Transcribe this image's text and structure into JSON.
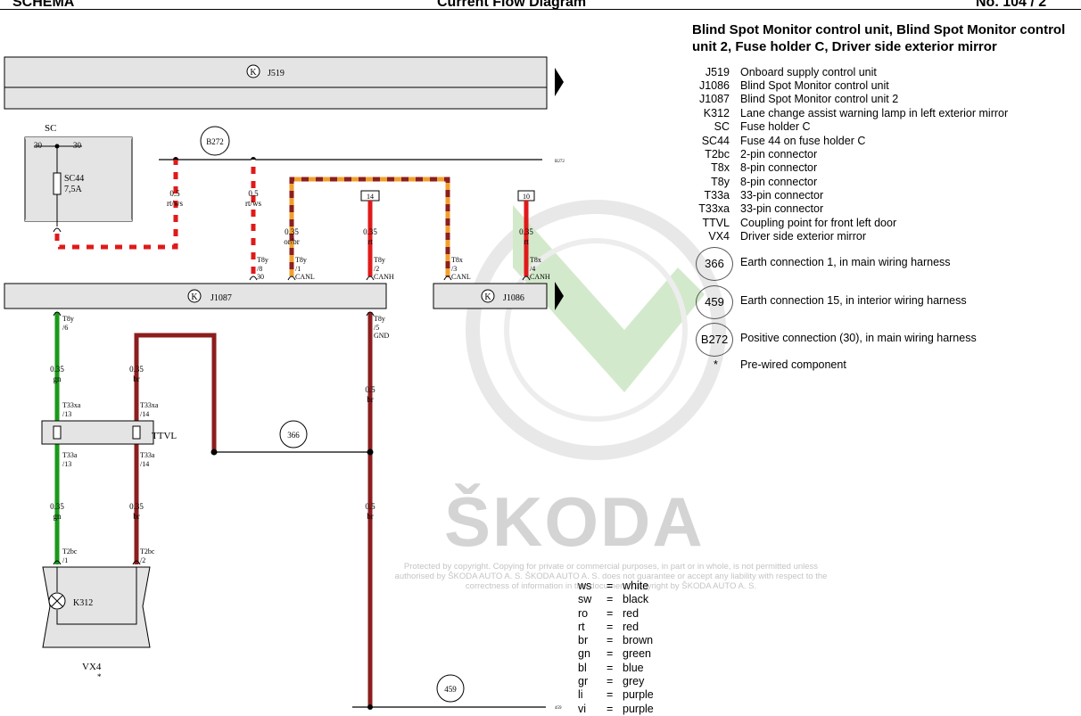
{
  "header": {
    "left": "SCHEMA",
    "center": "Current Flow Diagram",
    "right": "No. 104 / 2"
  },
  "title": "Blind Spot Monitor control unit, Blind Spot Monitor control unit 2, Fuse holder C, Driver side exterior mirror",
  "legend": [
    {
      "code": "J519",
      "desc": "Onboard supply control unit"
    },
    {
      "code": "J1086",
      "desc": "Blind Spot Monitor control unit"
    },
    {
      "code": "J1087",
      "desc": "Blind Spot Monitor control unit 2"
    },
    {
      "code": "K312",
      "desc": "Lane change assist warning lamp in left exterior mirror"
    },
    {
      "code": "SC",
      "desc": "Fuse holder C"
    },
    {
      "code": "SC44",
      "desc": "Fuse 44 on fuse holder C"
    },
    {
      "code": "T2bc",
      "desc": "2-pin connector"
    },
    {
      "code": "T8x",
      "desc": "8-pin connector"
    },
    {
      "code": "T8y",
      "desc": "8-pin connector"
    },
    {
      "code": "T33a",
      "desc": "33-pin connector"
    },
    {
      "code": "T33xa",
      "desc": "33-pin connector"
    },
    {
      "code": "TTVL",
      "desc": "Coupling point for front left door"
    },
    {
      "code": "VX4",
      "desc": "Driver side exterior mirror"
    }
  ],
  "earth_connections": [
    {
      "code": "366",
      "desc": "Earth connection 1, in main wiring harness"
    },
    {
      "code": "459",
      "desc": "Earth connection 15, in interior wiring harness"
    },
    {
      "code": "B272",
      "desc": "Positive connection (30), in main wiring harness"
    }
  ],
  "prewired": {
    "mark": "*",
    "desc": "Pre-wired component"
  },
  "colors": [
    {
      "abbr": "ws",
      "name": "white"
    },
    {
      "abbr": "sw",
      "name": "black"
    },
    {
      "abbr": "ro",
      "name": "red"
    },
    {
      "abbr": "rt",
      "name": "red"
    },
    {
      "abbr": "br",
      "name": "brown"
    },
    {
      "abbr": "gn",
      "name": "green"
    },
    {
      "abbr": "bl",
      "name": "blue"
    },
    {
      "abbr": "gr",
      "name": "grey"
    },
    {
      "abbr": "li",
      "name": "purple"
    },
    {
      "abbr": "vi",
      "name": "purple"
    }
  ],
  "copyright": "Protected by copyright. Copying for private or commercial purposes, in part or in whole, is not permitted unless authorised by ŠKODA AUTO A. S. ŠKODA AUTO A. S. does not guarantee or accept any liability with respect to the correctness of information in this document. Copyright by ŠKODA AUTO A. S.",
  "watermark": "ŠKODA",
  "wire_colors": {
    "red": "#e01a1a",
    "white": "#ffffff",
    "orange": "#f0a030",
    "brown": "#8c1e1e",
    "green": "#1a9a1a",
    "black": "#000000"
  },
  "diagram": {
    "components": {
      "j519": "J519",
      "j1087": "J1087",
      "j1086": "J1086",
      "sc": "SC",
      "sc44": "SC44",
      "sc44_rating": "7,5A",
      "ttvl": "TTVL",
      "k312": "K312",
      "vx4": "VX4",
      "vx4_mark": "*",
      "k_mark": "K",
      "b272": "B272",
      "e366": "366",
      "e459": "459",
      "b272_small": "B272",
      "e459_small": "459"
    },
    "fuse_pins": {
      "left": "30",
      "right": "30"
    },
    "wires": {
      "w1_size": "0.5",
      "w1_color": "rt/ws",
      "w2_size": "0.5",
      "w2_color": "rt/ws",
      "w3_size": "0.35",
      "w3_color": "or/br",
      "w4_size": "0.35",
      "w4_color": "rt",
      "w5_size": "0.35",
      "w5_color": "rt",
      "w6_size": "0.35",
      "w6_color": "gn",
      "w7_size": "0.35",
      "w7_color": "br",
      "w8_size": "0.5",
      "w8_color": "br",
      "w9_size": "0.35",
      "w9_color": "gn",
      "w10_size": "0.35",
      "w10_color": "br",
      "w11_size": "0.5",
      "w11_color": "br"
    },
    "boxes": {
      "b14": "14",
      "b10": "10"
    },
    "pins": {
      "p1a": "T8y",
      "p1b": "/8",
      "p1c": "30",
      "p2a": "T8y",
      "p2b": "/1",
      "p2c": "CANL",
      "p3a": "T8y",
      "p3b": "/2",
      "p3c": "CANH",
      "p4a": "T8x",
      "p4b": "/3",
      "p4c": "CANL",
      "p5a": "T8x",
      "p5b": "/4",
      "p5c": "CANH",
      "p6a": "T8y",
      "p6b": "/6",
      "p7a": "T8y",
      "p7b": "/5",
      "p7c": "GND",
      "p8a": "T33xa",
      "p8b": "/13",
      "p9a": "T33xa",
      "p9b": "/14",
      "p10a": "T33a",
      "p10b": "/13",
      "p11a": "T33a",
      "p11b": "/14",
      "p12a": "T2bc",
      "p12b": "/1",
      "p13a": "T2bc",
      "p13b": "/2"
    }
  }
}
